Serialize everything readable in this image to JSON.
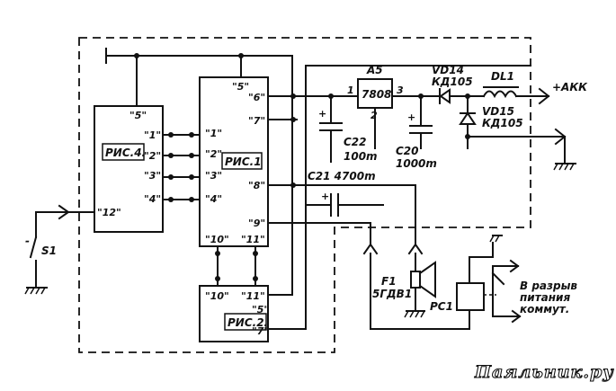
{
  "blocks": {
    "ris4": "РИС.4.",
    "ris1": "РИС.1",
    "ris2": "РИС.2.",
    "a5_ref": "A5",
    "a5_value": "7808"
  },
  "pins": {
    "ris4_5": "\"5\"",
    "ris4_1": "\"1\"",
    "ris4_2": "\"2\"",
    "ris4_3": "\"3\"",
    "ris4_4": "\"4\"",
    "ris4_12": "\"12\"",
    "ris1_5": "\"5\"",
    "ris1_6": "\"6\"",
    "ris1_7": "\"7\"",
    "ris1_1": "\"1\"",
    "ris1_2": "\"2\"",
    "ris1_3": "\"3\"",
    "ris1_4": "\"4\"",
    "ris1_8": "\"8\"",
    "ris1_9": "\"9\"",
    "ris1_10": "\"10\"",
    "ris1_11": "\"11\"",
    "ris2_10": "\"10\"",
    "ris2_11": "\"11\"",
    "ris2_5": "\"5\"",
    "ris2_7": "\"7\"",
    "a5_1": "1",
    "a5_2": "2",
    "a5_3": "3"
  },
  "components": {
    "vd14_ref": "VD14",
    "vd14_type": "КД105",
    "vd15_ref": "VD15",
    "vd15_type": "КД105",
    "dl1": "DL1",
    "akk": "+АКК",
    "c22_ref": "C22",
    "c22_val": "100m",
    "c20_ref": "C20",
    "c20_val": "1000m",
    "c21": "C21 4700m",
    "s1": "S1",
    "f1_ref": "F1",
    "f1_type": "5ГДВ1",
    "pc1": "PC1",
    "note_line1": "В разрыв",
    "note_line2": "питания",
    "note_line3": "коммут.",
    "plus": "+",
    "minus": "-"
  },
  "watermark": "Паяльник.ру"
}
